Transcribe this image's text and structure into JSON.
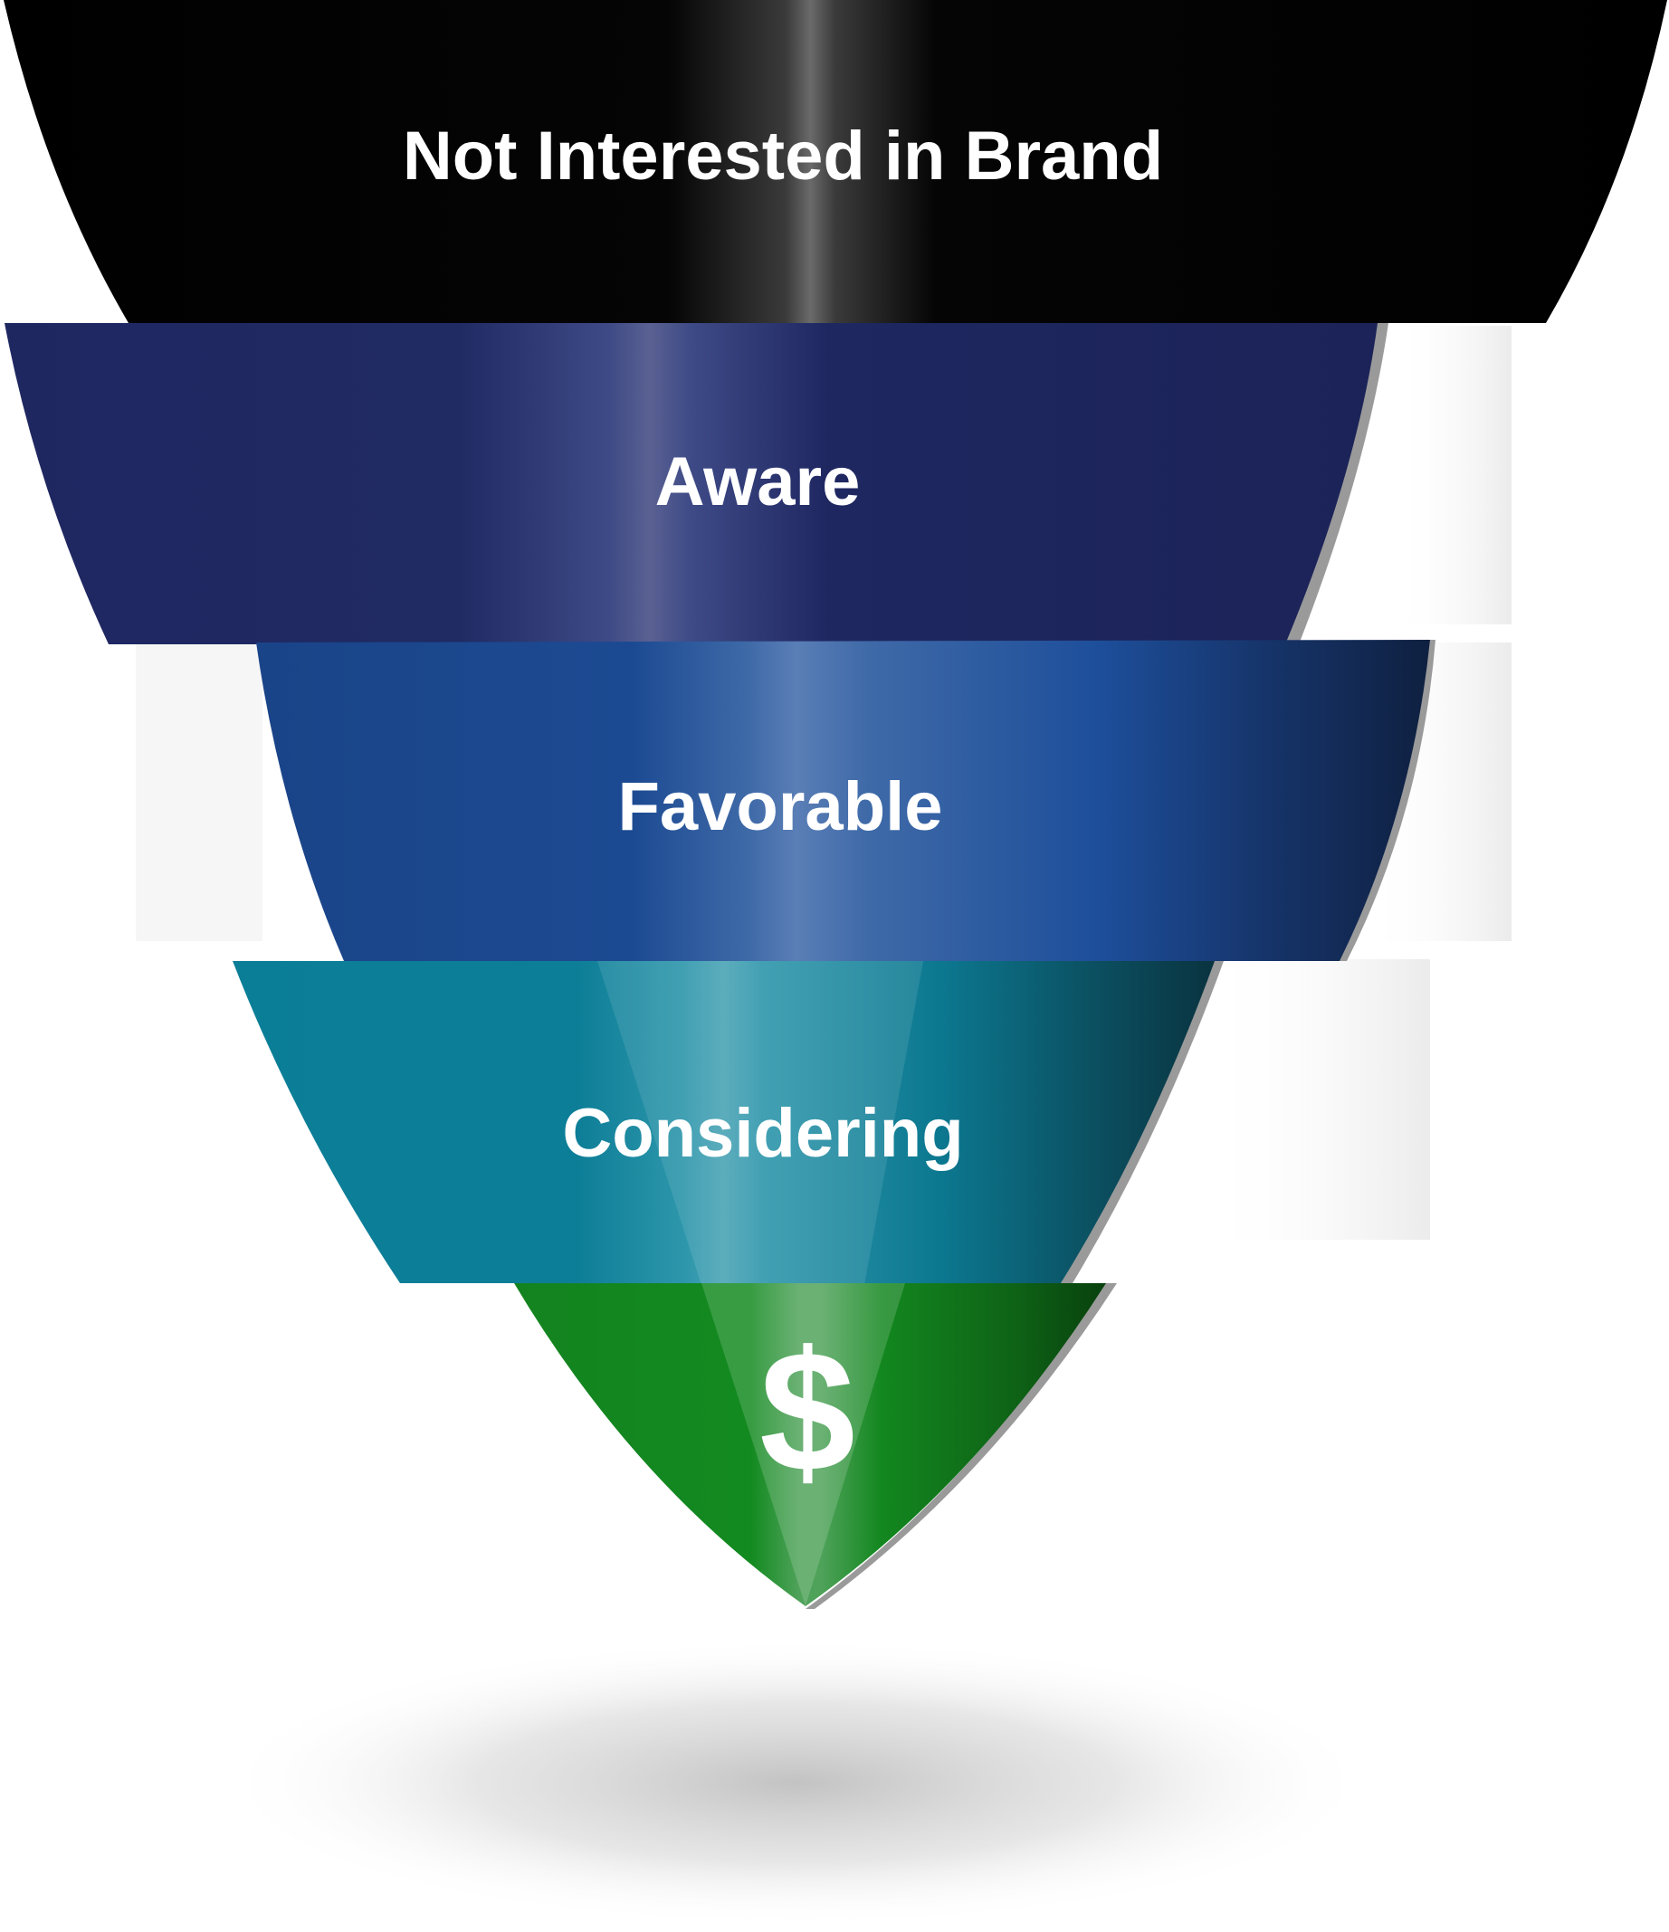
{
  "diagram": {
    "type": "funnel",
    "stages": [
      {
        "label": "Not Interested in Brand",
        "color": "#000000"
      },
      {
        "label": "Aware",
        "color": "#1f2761"
      },
      {
        "label": "Favorable",
        "color": "#1c4a92"
      },
      {
        "label": "Considering",
        "color": "#0d7e97"
      },
      {
        "label": "$",
        "color": "#13831f"
      }
    ]
  }
}
